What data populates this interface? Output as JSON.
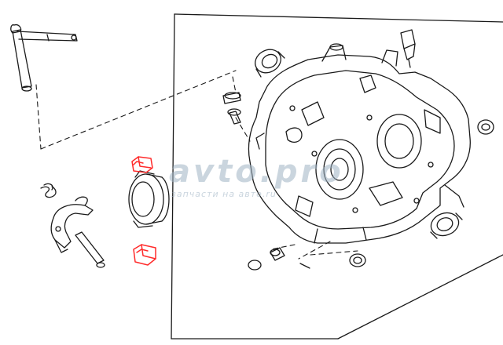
{
  "watermark": {
    "logo_text": "avto.pro",
    "tagline": "запчасти на авто.ru"
  },
  "colors": {
    "line": "#1a1a1a",
    "highlight": "#ff2b2b",
    "background": "#ffffff",
    "watermark": "#9fb3c4"
  },
  "highlighted_parts": [
    "bushing-upper",
    "bushing-lower"
  ]
}
